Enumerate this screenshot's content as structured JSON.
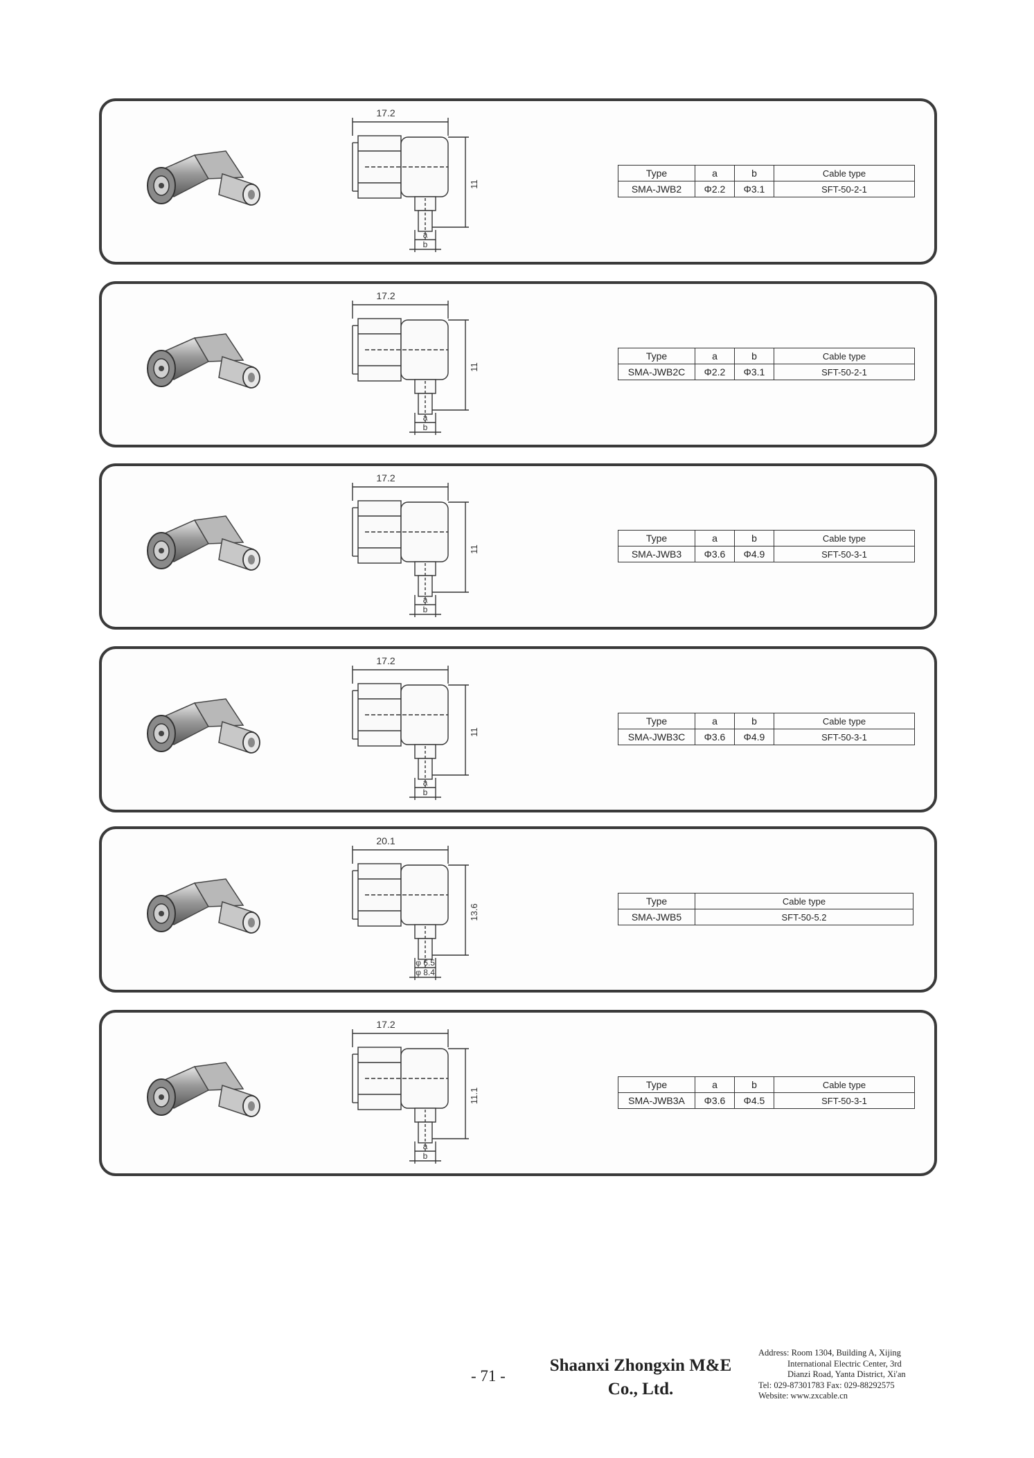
{
  "panels": [
    {
      "dim_w": "17.2",
      "dim_h": "11",
      "dim_a": "a",
      "dim_b": "b",
      "headers": [
        "Type",
        "a",
        "b",
        "Cable type"
      ],
      "row": [
        "SMA-JWB2",
        "Φ2.2",
        "Φ3.1",
        "SFT-50-2-1"
      ]
    },
    {
      "dim_w": "17.2",
      "dim_h": "11",
      "dim_a": "a",
      "dim_b": "b",
      "headers": [
        "Type",
        "a",
        "b",
        "Cable type"
      ],
      "row": [
        "SMA-JWB2C",
        "Φ2.2",
        "Φ3.1",
        "SFT-50-2-1"
      ]
    },
    {
      "dim_w": "17.2",
      "dim_h": "11",
      "dim_a": "a",
      "dim_b": "b",
      "headers": [
        "Type",
        "a",
        "b",
        "Cable type"
      ],
      "row": [
        "SMA-JWB3",
        "Φ3.6",
        "Φ4.9",
        "SFT-50-3-1"
      ]
    },
    {
      "dim_w": "17.2",
      "dim_h": "11",
      "dim_a": "a",
      "dim_b": "b",
      "headers": [
        "Type",
        "a",
        "b",
        "Cable type"
      ],
      "row": [
        "SMA-JWB3C",
        "Φ3.6",
        "Φ4.9",
        "SFT-50-3-1"
      ]
    },
    {
      "dim_w": "20.1",
      "dim_h": "13.6",
      "dim_a": "φ 6.5",
      "dim_b": "φ 8.4",
      "headers": [
        "Type",
        "Cable type"
      ],
      "row": [
        "SMA-JWB5",
        "SFT-50-5.2"
      ]
    },
    {
      "dim_w": "17.2",
      "dim_h": "11.1",
      "dim_a": "a",
      "dim_b": "b",
      "headers": [
        "Type",
        "a",
        "b",
        "Cable type"
      ],
      "row": [
        "SMA-JWB3A",
        "Φ3.6",
        "Φ4.5",
        "SFT-50-3-1"
      ]
    }
  ],
  "footer": {
    "page_number": "- 71 -",
    "company_line1": "Shaanxi Zhongxin M&E",
    "company_line2": "Co., Ltd.",
    "address_lines": [
      "Address: Room 1304, Building A, Xijing",
      "International Electric Center, 3rd",
      "Dianzi Road, Yanta District, Xi'an",
      "Tel: 029-87301783    Fax: 029-88292575",
      "Website: www.zxcable.cn"
    ]
  }
}
